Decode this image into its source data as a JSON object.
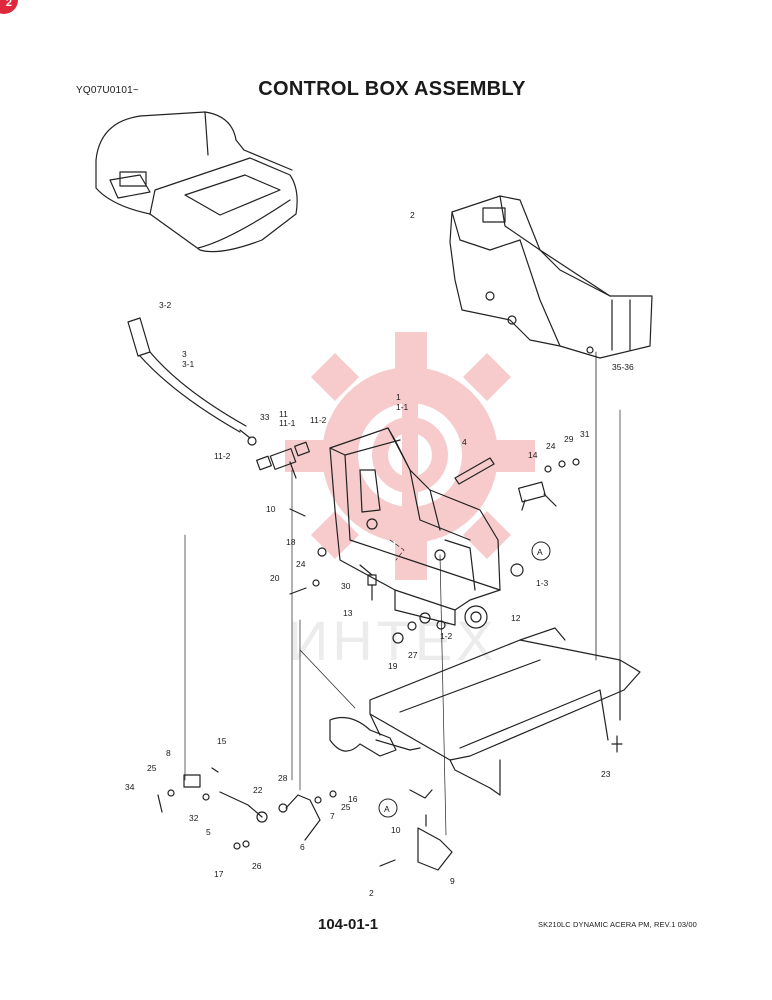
{
  "corner_badge": "2",
  "header": {
    "code": "YQ07U0101~",
    "title": "CONTROL BOX ASSEMBLY"
  },
  "watermark": {
    "text": "ИНТЕХ",
    "color": "#f4b5b8"
  },
  "callouts": [
    {
      "id": "c-2a",
      "text": "2"
    },
    {
      "id": "c-35-36",
      "text": "35-36"
    },
    {
      "id": "c-3-2",
      "text": "3-2"
    },
    {
      "id": "c-3",
      "text": "3"
    },
    {
      "id": "c-3-1",
      "text": "3-1"
    },
    {
      "id": "c-1",
      "text": "1"
    },
    {
      "id": "c-1-1",
      "text": "1-1"
    },
    {
      "id": "c-33",
      "text": "33"
    },
    {
      "id": "c-11",
      "text": "11"
    },
    {
      "id": "c-11-1",
      "text": "11-1"
    },
    {
      "id": "c-11-2a",
      "text": "11-2"
    },
    {
      "id": "c-11-2b",
      "text": "11-2"
    },
    {
      "id": "c-4",
      "text": "4"
    },
    {
      "id": "c-14",
      "text": "14"
    },
    {
      "id": "c-24a",
      "text": "24"
    },
    {
      "id": "c-29",
      "text": "29"
    },
    {
      "id": "c-31",
      "text": "31"
    },
    {
      "id": "c-10a",
      "text": "10"
    },
    {
      "id": "c-18",
      "text": "18"
    },
    {
      "id": "c-A1",
      "text": "A"
    },
    {
      "id": "c-1-3",
      "text": "1-3"
    },
    {
      "id": "c-24b",
      "text": "24"
    },
    {
      "id": "c-20",
      "text": "20"
    },
    {
      "id": "c-30",
      "text": "30"
    },
    {
      "id": "c-13",
      "text": "13"
    },
    {
      "id": "c-12",
      "text": "12"
    },
    {
      "id": "c-1-2",
      "text": "1-2"
    },
    {
      "id": "c-27",
      "text": "27"
    },
    {
      "id": "c-19",
      "text": "19"
    },
    {
      "id": "c-23",
      "text": "23"
    },
    {
      "id": "c-15",
      "text": "15"
    },
    {
      "id": "c-8",
      "text": "8"
    },
    {
      "id": "c-25a",
      "text": "25"
    },
    {
      "id": "c-34",
      "text": "34"
    },
    {
      "id": "c-32",
      "text": "32"
    },
    {
      "id": "c-5",
      "text": "5"
    },
    {
      "id": "c-22",
      "text": "22"
    },
    {
      "id": "c-28",
      "text": "28"
    },
    {
      "id": "c-25b",
      "text": "25"
    },
    {
      "id": "c-16",
      "text": "16"
    },
    {
      "id": "c-7",
      "text": "7"
    },
    {
      "id": "c-6",
      "text": "6"
    },
    {
      "id": "c-17",
      "text": "17"
    },
    {
      "id": "c-26",
      "text": "26"
    },
    {
      "id": "c-A2",
      "text": "A"
    },
    {
      "id": "c-10b",
      "text": "10"
    },
    {
      "id": "c-2b",
      "text": "2"
    },
    {
      "id": "c-9",
      "text": "9"
    }
  ],
  "footer": {
    "page_number": "104-01-1",
    "reference": "SK210LC DYNAMIC ACERA PM, REV.1 03/00"
  }
}
